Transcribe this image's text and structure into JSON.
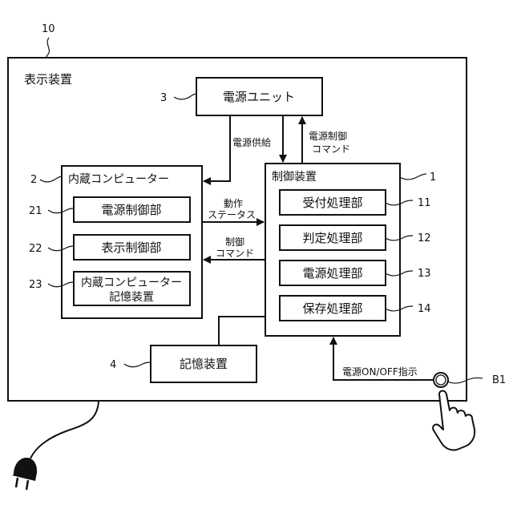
{
  "diagram": {
    "outer": {
      "title": "表示装置",
      "ref": "10"
    },
    "power_unit": {
      "label": "電源ユニット",
      "ref": "3"
    },
    "internal_computer": {
      "title": "内蔵コンピューター",
      "ref": "2",
      "blocks": [
        {
          "label": "電源制御部",
          "ref": "21"
        },
        {
          "label": "表示制御部",
          "ref": "22"
        },
        {
          "line1": "内蔵コンピューター",
          "line2": "記憶装置",
          "ref": "23"
        }
      ]
    },
    "controller": {
      "title": "制御装置",
      "ref": "1",
      "blocks": [
        {
          "label": "受付処理部",
          "ref": "11"
        },
        {
          "label": "判定処理部",
          "ref": "12"
        },
        {
          "label": "電源処理部",
          "ref": "13"
        },
        {
          "label": "保存処理部",
          "ref": "14"
        }
      ]
    },
    "storage": {
      "label": "記憶装置",
      "ref": "4"
    },
    "arrows": {
      "power_supply": "電源供給",
      "power_control_cmd_1": "電源制御",
      "power_control_cmd_2": "コマンド",
      "operation_status_1": "動作",
      "operation_status_2": "ステータス",
      "control_cmd_1": "制御",
      "control_cmd_2": "コマンド",
      "power_onoff": "電源ON/OFF指示"
    },
    "button": {
      "ref": "B1",
      "icon": "power-button-icon"
    },
    "icons": {
      "plug": "power-plug-icon",
      "hand": "pointing-hand-icon"
    }
  }
}
